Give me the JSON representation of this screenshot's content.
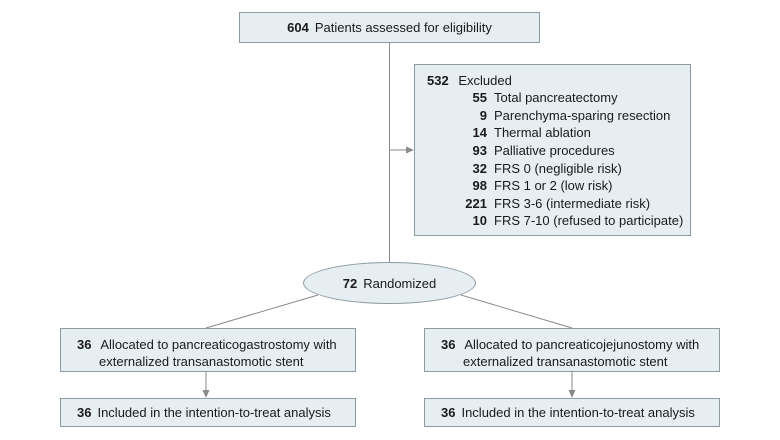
{
  "assessed": {
    "count": "604",
    "label": "Patients assessed for eligibility"
  },
  "excluded": {
    "count": "532",
    "label": "Excluded",
    "items": [
      {
        "count": "55",
        "label": "Total pancreatectomy"
      },
      {
        "count": "9",
        "label": "Parenchyma-sparing resection"
      },
      {
        "count": "14",
        "label": "Thermal ablation"
      },
      {
        "count": "93",
        "label": "Palliative procedures"
      },
      {
        "count": "32",
        "label": "FRS 0 (negligible risk)"
      },
      {
        "count": "98",
        "label": "FRS 1 or 2 (low risk)"
      },
      {
        "count": "221",
        "label": "FRS 3-6 (intermediate risk)"
      },
      {
        "count": "10",
        "label": "FRS 7-10 (refused to participate)"
      }
    ]
  },
  "randomized": {
    "count": "72",
    "label": "Randomized"
  },
  "arms": [
    {
      "allocated_count": "36",
      "allocated_line1": "Allocated to pancreaticogastrostomy with",
      "allocated_line2": "externalized transanastomotic stent",
      "analysis_count": "36",
      "analysis_label": "Included in the intention-to-treat analysis"
    },
    {
      "allocated_count": "36",
      "allocated_line1": "Allocated to pancreaticojejunostomy with",
      "allocated_line2": "externalized transanastomotic stent",
      "analysis_count": "36",
      "analysis_label": "Included in the intention-to-treat analysis"
    }
  ],
  "colors": {
    "box_fill": "#e6eef2",
    "box_border": "#8c9aa3",
    "line": "#8a8a8a"
  }
}
